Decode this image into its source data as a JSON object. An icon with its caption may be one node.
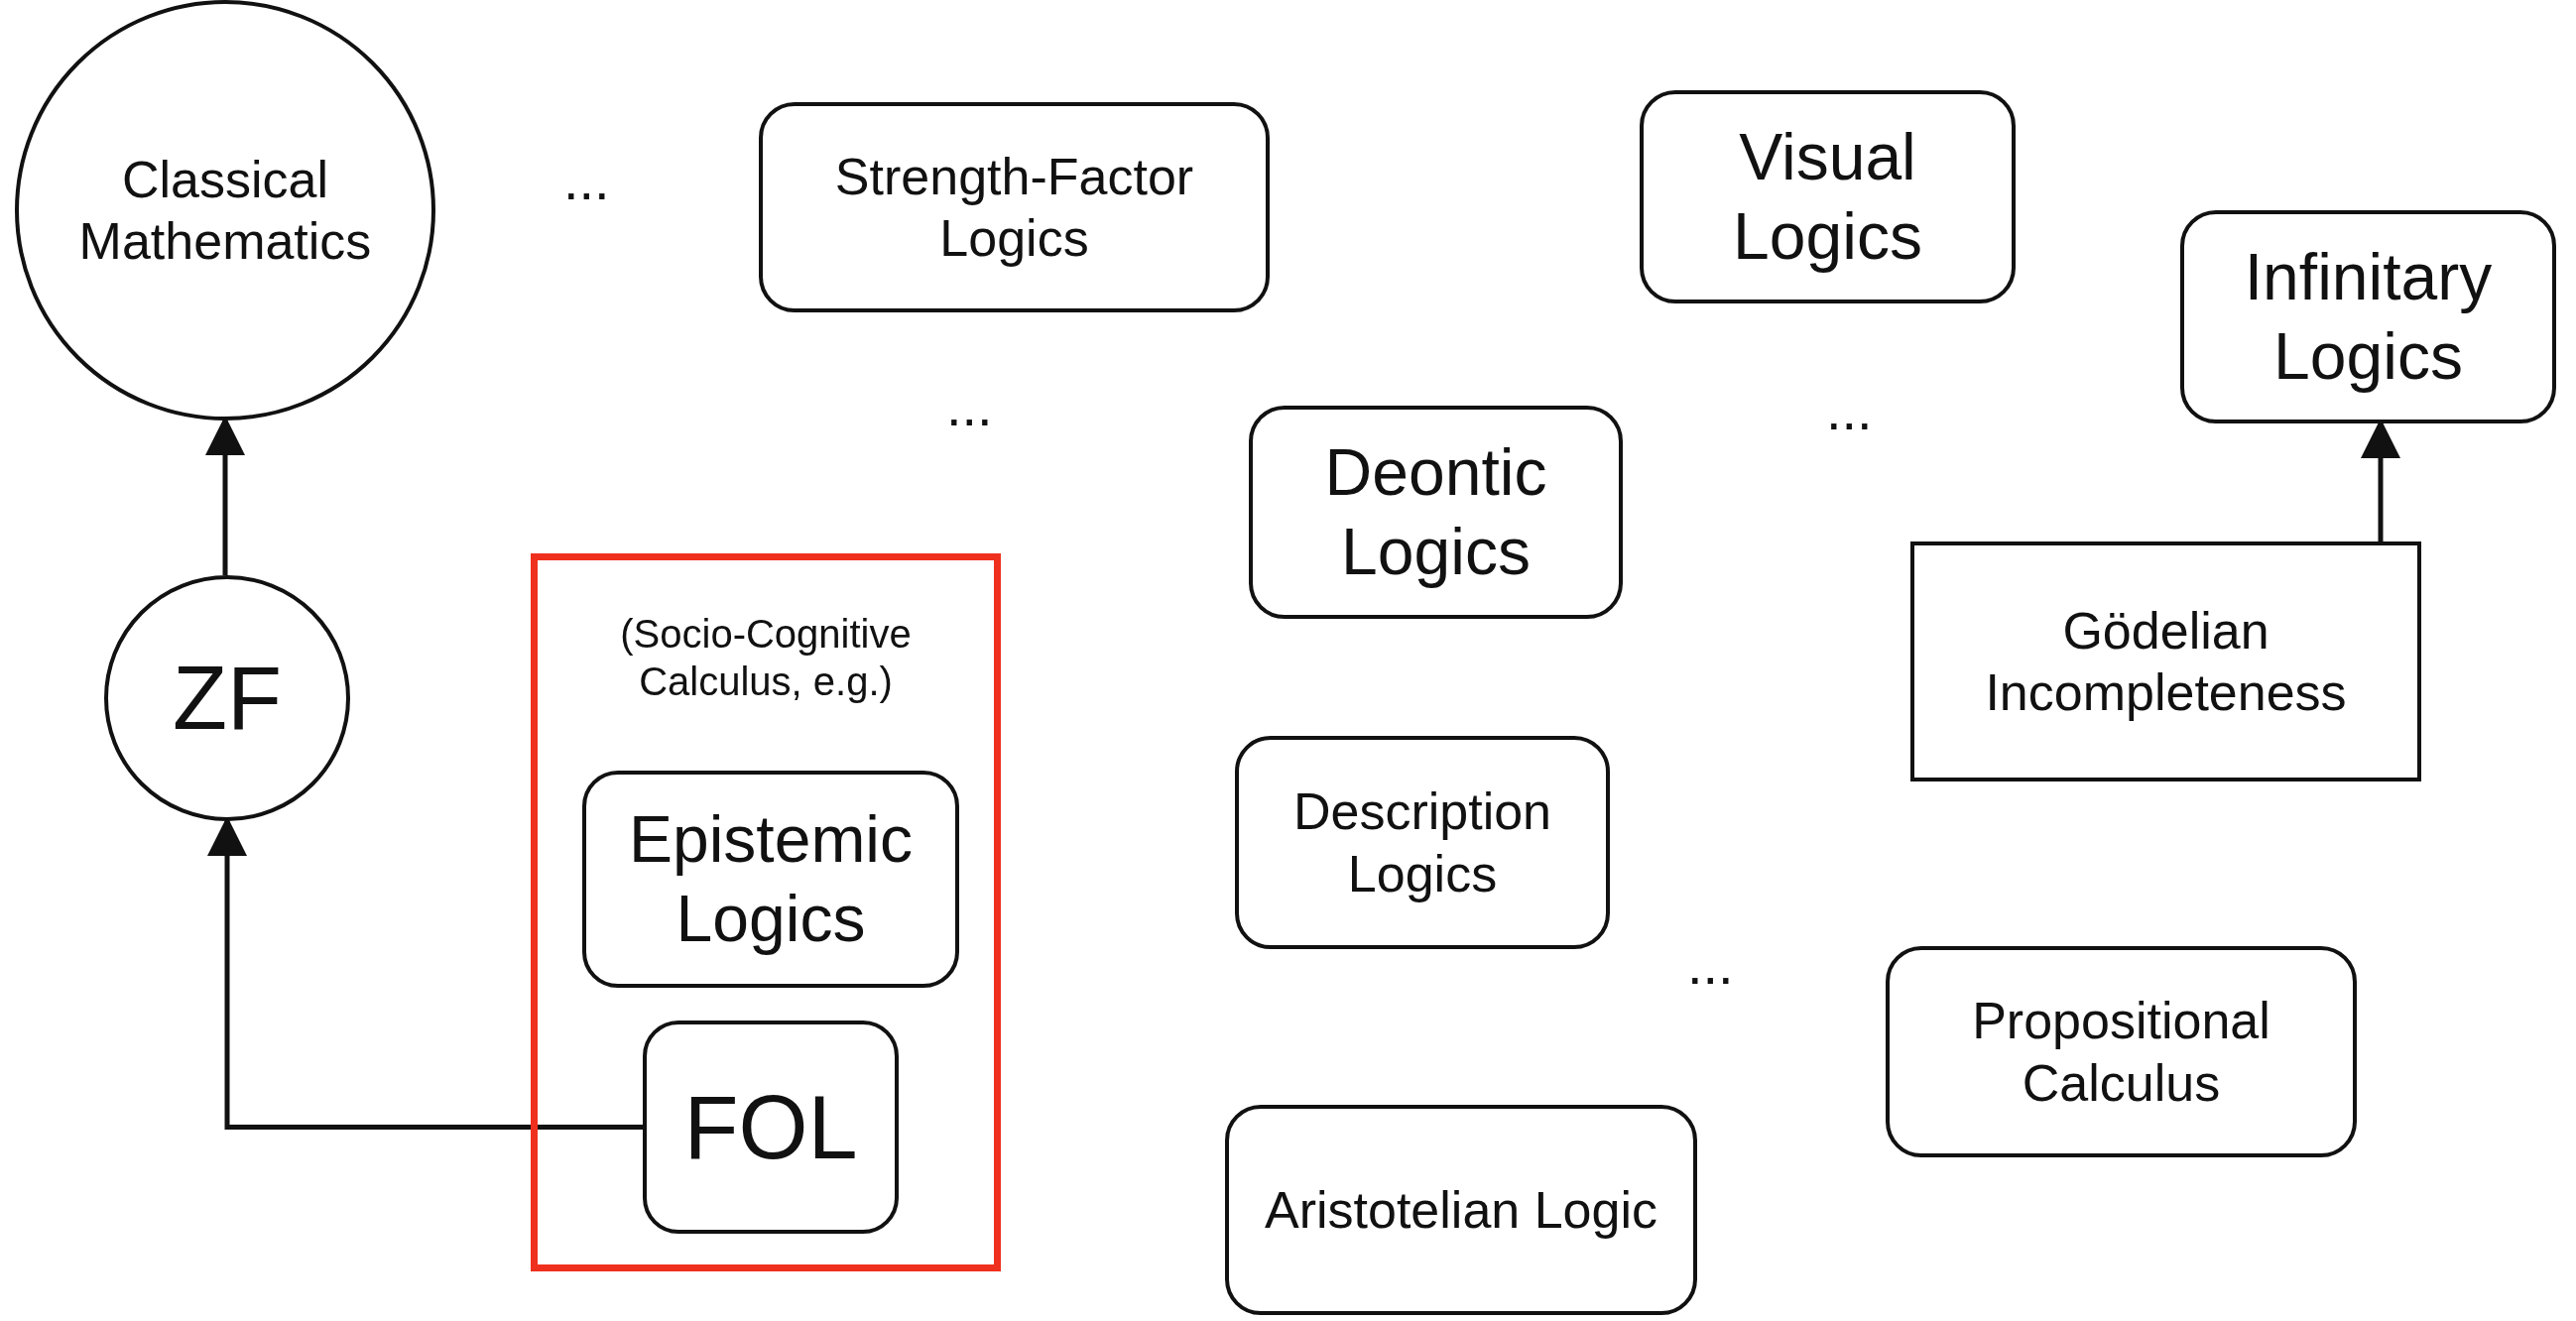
{
  "diagram": {
    "nodes": [
      {
        "text": [
          "Classical Mathematics"
        ]
      },
      {
        "text": [
          "Strength-Factor Logics"
        ]
      },
      {
        "text": [
          "Visual Logics"
        ]
      },
      {
        "text": [
          "Infinitary Logics"
        ]
      },
      {
        "text": [
          "Deontic Logics"
        ]
      },
      {
        "text": [
          "ZF"
        ]
      },
      {
        "text": [
          "Gödelian Incompleteness"
        ]
      },
      {
        "text": [
          "(Socio-Cognitive Calculus, e.g.)"
        ]
      },
      {
        "text": [
          "Epistemic Logics"
        ],
        "in": 7
      },
      {
        "text": [
          "Description Logics"
        ]
      },
      {
        "text": [
          "FOL"
        ],
        "in": 7
      },
      {
        "text": [
          "Propositional Calculus"
        ]
      },
      {
        "text": [
          "Aristotelian Logic"
        ]
      }
    ],
    "edges": [
      {
        "from": 10,
        "to": 5,
        "arrow": "to"
      },
      {
        "from": 5,
        "to": 0,
        "arrow": "to"
      },
      {
        "from": 6,
        "to": 3,
        "arrow": "to"
      }
    ],
    "labels": [
      "...",
      "...",
      "...",
      "..."
    ]
  }
}
